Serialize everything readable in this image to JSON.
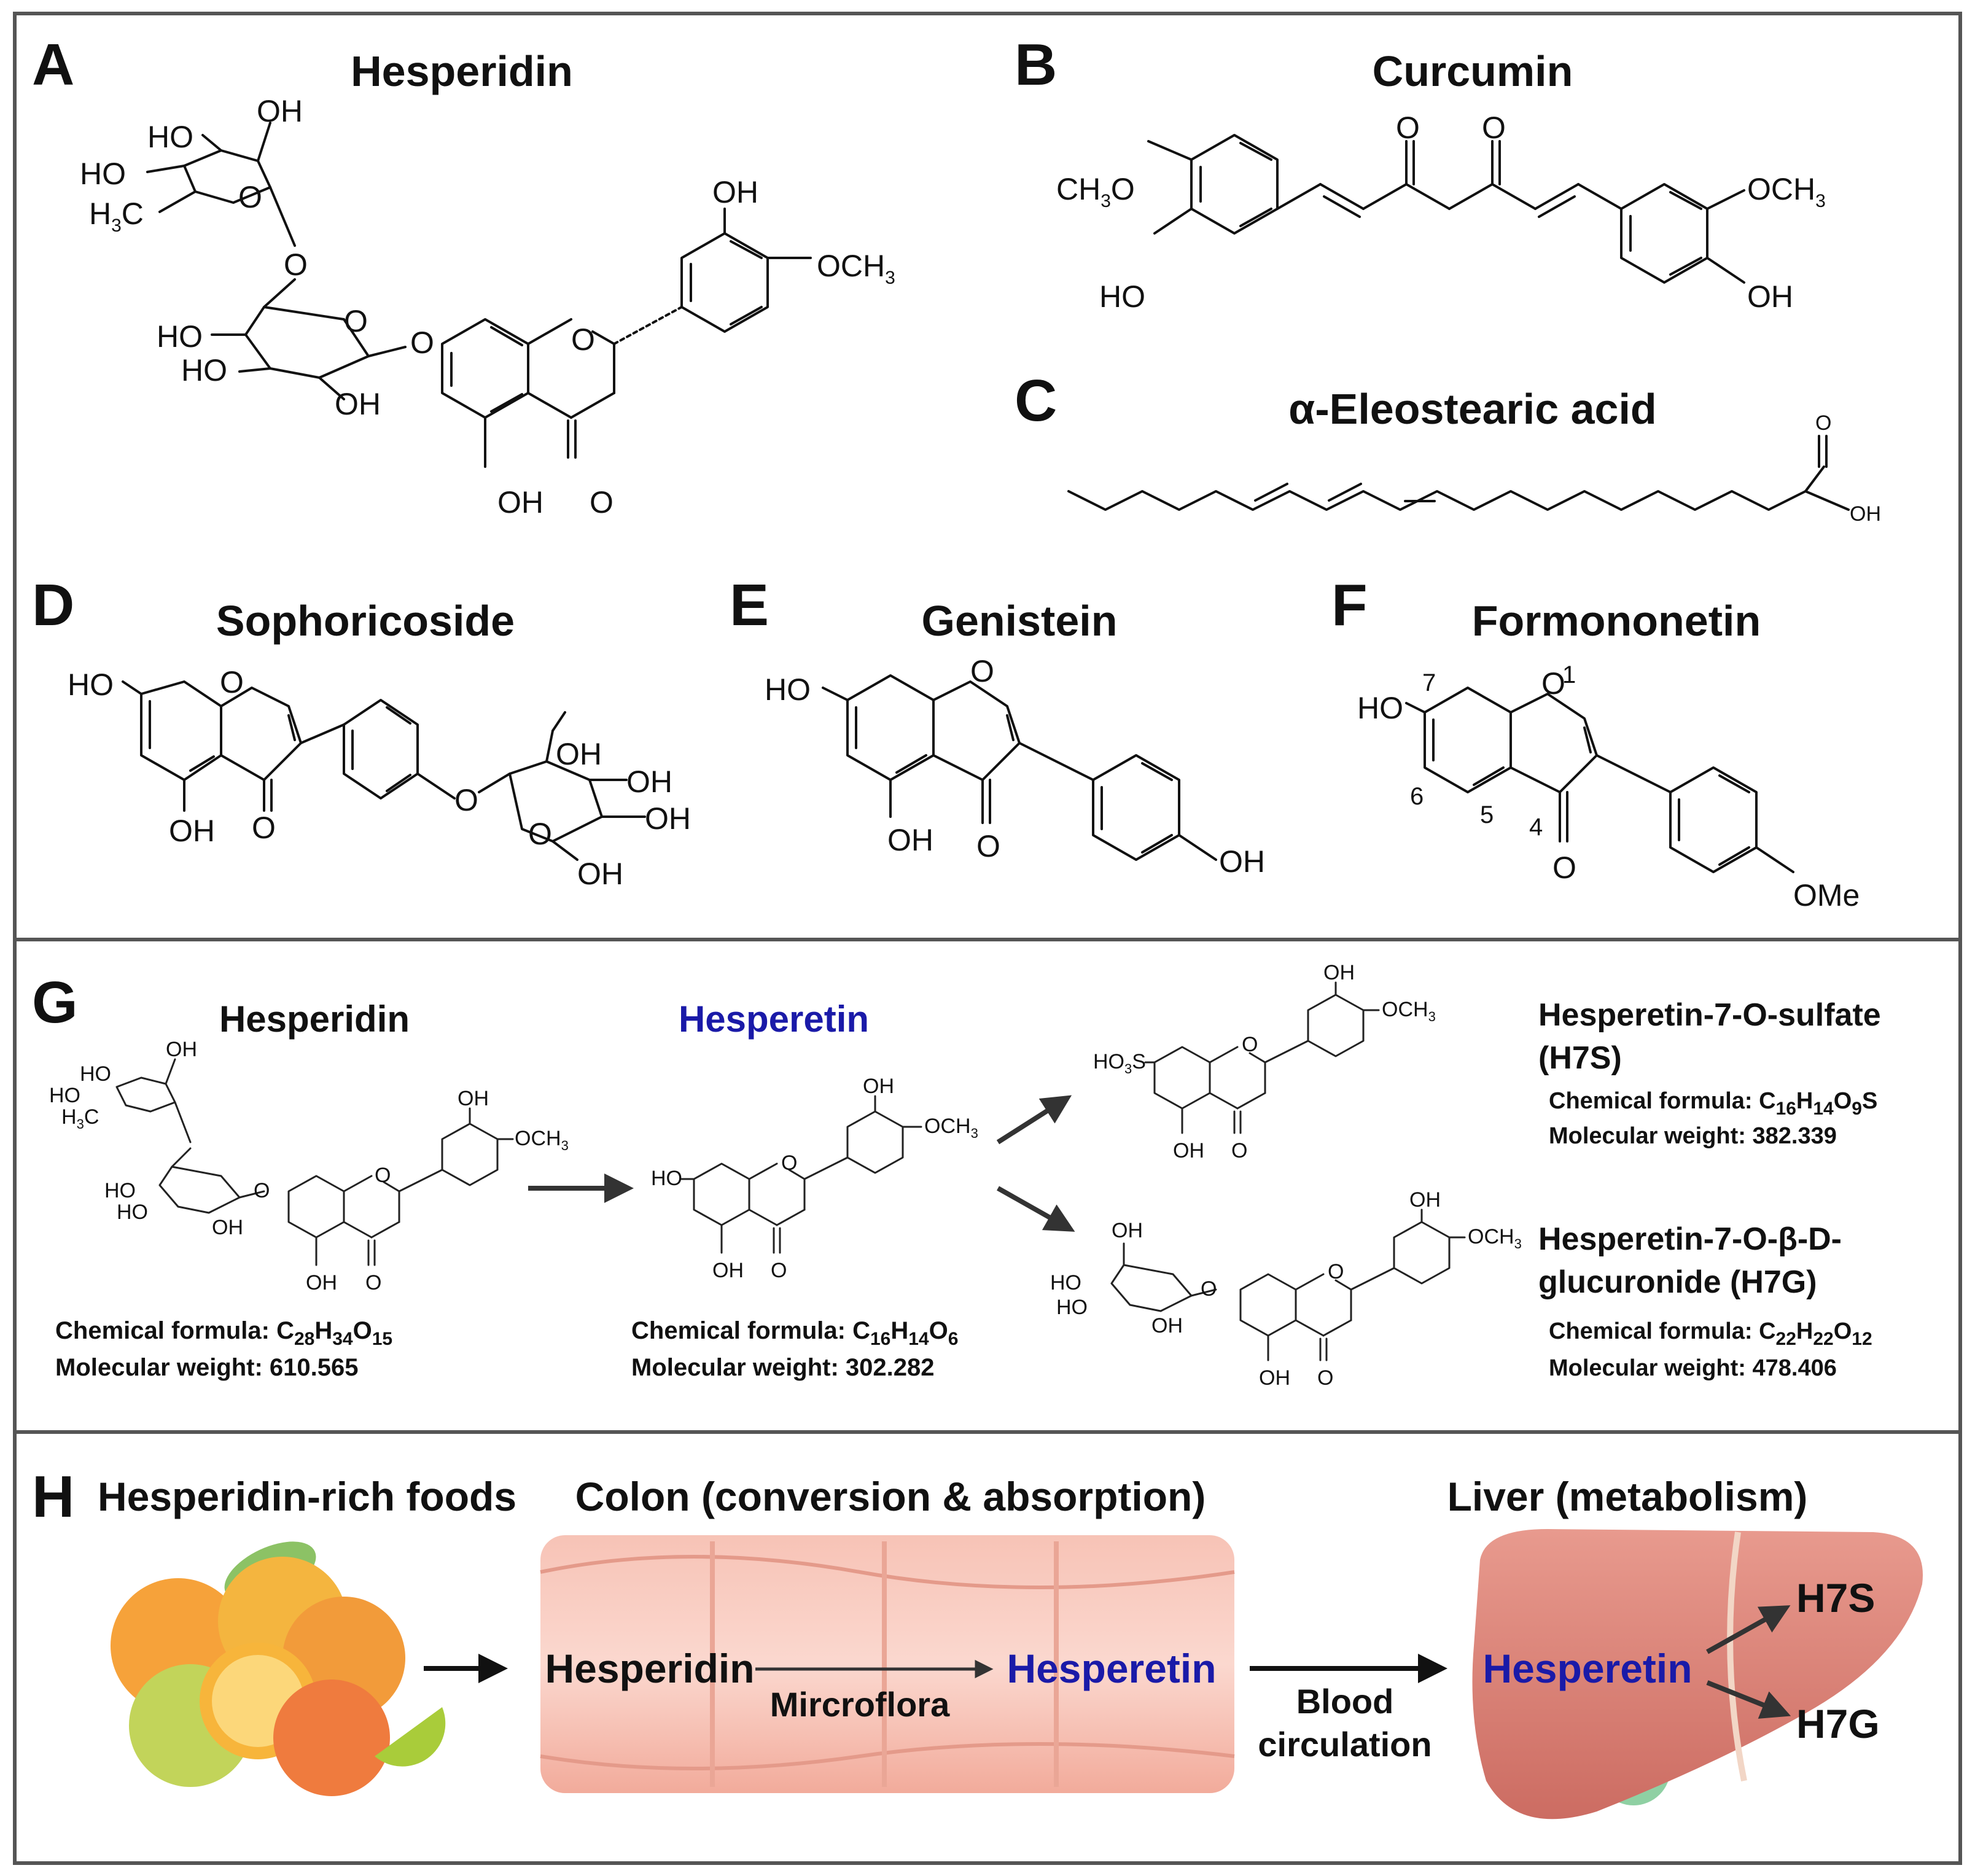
{
  "panels": {
    "A": {
      "letter": "A",
      "title": "Hesperidin"
    },
    "B": {
      "letter": "B",
      "title": "Curcumin"
    },
    "C": {
      "letter": "C",
      "title": "α-Eleostearic acid"
    },
    "D": {
      "letter": "D",
      "title": "Sophoricoside"
    },
    "E": {
      "letter": "E",
      "title": "Genistein"
    },
    "F": {
      "letter": "F",
      "title": "Formononetin"
    },
    "G": {
      "letter": "G",
      "hesperidin_title": "Hesperidin",
      "hesperetin_title": "Hesperetin",
      "hesperidin_formula_label": "Chemical formula:",
      "hesperidin_formula": "C28H34O15",
      "hesperidin_weight": "Molecular weight: 610.565",
      "hesperetin_formula_label": "Chemical formula:",
      "hesperetin_formula": "C16H14O6",
      "hesperetin_weight": "Molecular weight: 302.282",
      "h7s_title_1": "Hesperetin-7-O-sulfate",
      "h7s_title_2": "(H7S)",
      "h7s_formula_label": "Chemical formula:",
      "h7s_formula": "C16H14O9S",
      "h7s_weight": "Molecular weight: 382.339",
      "h7g_title_1": "Hesperetin-7-O-β-D-",
      "h7g_title_2": "glucuronide (H7G)",
      "h7g_formula_label": "Chemical formula:",
      "h7g_formula": "C22H22O12",
      "h7g_weight": "Molecular weight: 478.406"
    },
    "H": {
      "letter": "H",
      "foods_title": "Hesperidin-rich foods",
      "colon_title": "Colon (conversion & absorption)",
      "liver_title": "Liver (metabolism)",
      "colon_hesperidin": "Hesperidin",
      "colon_hesperetin": "Hesperetin",
      "microflora": "Mircroflora",
      "blood_1": "Blood",
      "blood_2": "circulation",
      "liver_hesperetin": "Hesperetin",
      "h7s": "H7S",
      "h7g": "H7G"
    }
  },
  "atoms": {
    "OH": "OH",
    "HO": "HO",
    "O": "O",
    "OCH3": "OCH3",
    "CH3O": "CH3O",
    "H3C": "H3C",
    "OMe": "OMe",
    "HO3S": "HO3S"
  },
  "positions_F": [
    "1",
    "4",
    "5",
    "6",
    "7"
  ],
  "colors": {
    "hesperetin_blue": "#1a1aa8",
    "colon_pink": "#f4b4a6",
    "liver_red": "#d97d72",
    "orange": "#f59a2e",
    "lime": "#b5cf45"
  }
}
